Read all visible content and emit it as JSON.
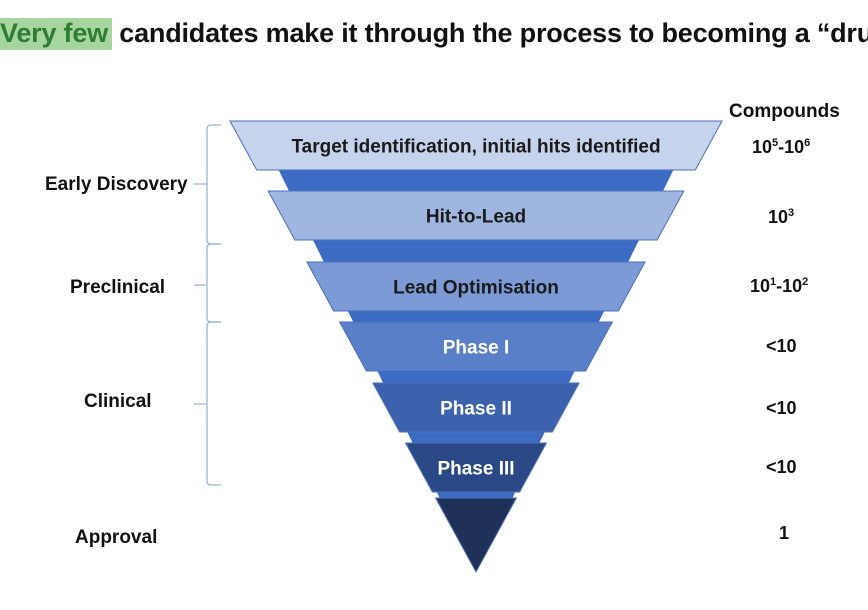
{
  "title": {
    "highlight": "Very few",
    "rest": " candidates make it through the process to becoming a “drug”",
    "highlight_bg": "#a6d5a0",
    "highlight_color": "#2e7d32"
  },
  "compounds_header": "Compounds",
  "phases": [
    {
      "label": "Early Discovery"
    },
    {
      "label": "Preclinical"
    },
    {
      "label": "Clinical"
    },
    {
      "label": "Approval"
    }
  ],
  "stages": [
    {
      "label": "Target identification, initial hits identified",
      "color": "#c5d3ec",
      "text_color": "#1a1a1a"
    },
    {
      "label": "Hit-to-Lead",
      "color": "#9fb6e0",
      "text_color": "#1a1a1a"
    },
    {
      "label": "Lead Optimisation",
      "color": "#7b9ad6",
      "text_color": "#1a1a1a"
    },
    {
      "label": "Phase I",
      "color": "#5a7fc9",
      "text_color": "#ffffff"
    },
    {
      "label": "Phase II",
      "color": "#3d62ad",
      "text_color": "#ffffff"
    },
    {
      "label": "Phase III",
      "color": "#2b4886",
      "text_color": "#ffffff"
    },
    {
      "label": "",
      "color": "#1f3158",
      "text_color": "#ffffff"
    }
  ],
  "connector_color": "#3c6bc4",
  "bracket_color": "#9ab4d8",
  "counts": [
    {
      "base": "10",
      "sup1": "5",
      "mid": "-10",
      "sup2": "6"
    },
    {
      "base": "10",
      "sup1": "3",
      "mid": "",
      "sup2": ""
    },
    {
      "base": "10",
      "sup1": "1",
      "mid": "-10",
      "sup2": "2"
    },
    {
      "base": "<10",
      "sup1": "",
      "mid": "",
      "sup2": ""
    },
    {
      "base": "<10",
      "sup1": "",
      "mid": "",
      "sup2": ""
    },
    {
      "base": "<10",
      "sup1": "",
      "mid": "",
      "sup2": ""
    },
    {
      "base": "1",
      "sup1": "",
      "mid": "",
      "sup2": ""
    }
  ]
}
